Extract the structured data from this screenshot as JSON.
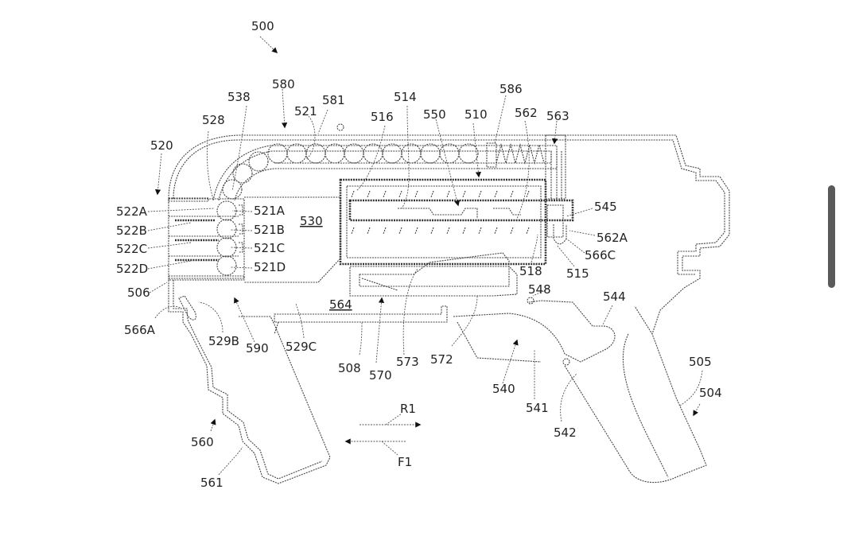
{
  "figure": {
    "title_ref": "500",
    "description": "Patent drawing: cross-section of a blaster with magazine, barrels, plunger, trigger and grips",
    "labels": {
      "l500": "500",
      "l580": "580",
      "l538": "538",
      "l581": "581",
      "l521": "521",
      "l528": "528",
      "l516": "516",
      "l514": "514",
      "l550": "550",
      "l510": "510",
      "l586": "586",
      "l562": "562",
      "l563": "563",
      "l520": "520",
      "l522A": "522A",
      "l522B": "522B",
      "l522C": "522C",
      "l522D": "522D",
      "l521A": "521A",
      "l521B": "521B",
      "l521C": "521C",
      "l521D": "521D",
      "l530": "530",
      "l545": "545",
      "l562A": "562A",
      "l566C": "566C",
      "l515": "515",
      "l518": "518",
      "l506": "506",
      "l566A": "566A",
      "l529B": "529B",
      "l590": "590",
      "l529C": "529C",
      "l564": "564",
      "l548": "548",
      "l544": "544",
      "l508": "508",
      "l570": "570",
      "l573": "573",
      "l572": "572",
      "l540": "540",
      "l541": "541",
      "l542": "542",
      "l505": "505",
      "l504": "504",
      "l560": "560",
      "l561": "561",
      "lR1": "R1",
      "lF1": "F1"
    },
    "direction_arrows": [
      {
        "label": "R1",
        "direction": "rearward (right)"
      },
      {
        "label": "F1",
        "direction": "forward (left)"
      }
    ]
  },
  "viewer": {
    "scrollbar": "vertical"
  }
}
